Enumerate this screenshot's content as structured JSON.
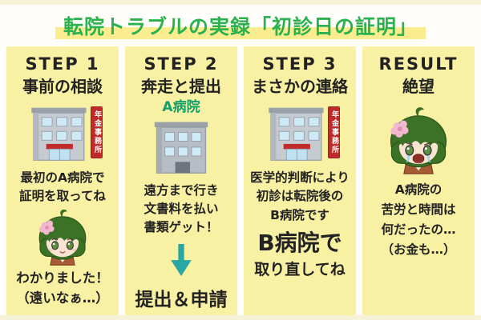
{
  "title": {
    "text": "転院トラブルの実録「初診日の証明」",
    "color": "#2db14e",
    "highlight_color": "#fbec8f"
  },
  "colors": {
    "column_background": "#f8f0a3",
    "page_background": "#fffefa",
    "arrow_teal": "#29a8a3",
    "sign_red": "#bf2b2b",
    "hospital_label_green": "#11a06b",
    "text_black": "#222222",
    "hair_green": "#3c7226",
    "kimono_rust": "#a65b33"
  },
  "columns": [
    {
      "header": "STEP 1",
      "subheader": "事前の相談",
      "icon": "pension-office-building-icon",
      "sign": "年金事務所",
      "body": [
        "最初のA病院で",
        "証明を取ってね"
      ],
      "character": "girl-smiling",
      "footer": [
        "わかりました！",
        "（遠いなぁ…）"
      ]
    },
    {
      "header": "STEP 2",
      "subheader": "奔走と提出",
      "hospital_label": "A病院",
      "icon": "hospital-building-icon",
      "body": [
        "遠方まで行き",
        "文書料を払い",
        "書類ゲット！"
      ],
      "arrow": "down-arrow",
      "footer_large": "提出＆申請"
    },
    {
      "header": "STEP 3",
      "subheader": "まさかの連絡",
      "icon": "pension-office-building-icon",
      "sign": "年金事務所",
      "body": [
        "医学的判断により",
        "初診は転院後の",
        "B病院です"
      ],
      "emphasis": "B病院で",
      "emphasis_sub": "取り直してね"
    },
    {
      "header": "RESULT",
      "subheader": "絶望",
      "character": "girl-crying",
      "body": [
        "A病院の",
        "苦労と時間は",
        "何だったの…",
        "（お金も…）"
      ]
    }
  ]
}
